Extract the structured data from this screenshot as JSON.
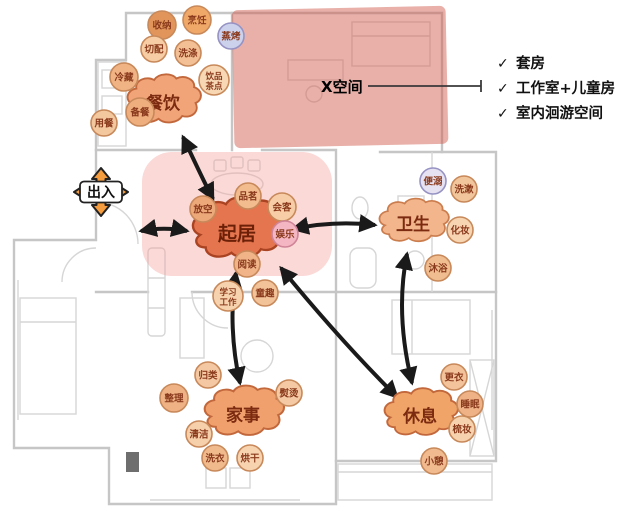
{
  "colors": {
    "overlay_red": "#cf5a4c",
    "overlay_pink": "#f2a09a",
    "arrow": "#1a1a1a",
    "entry_orange": "#f59d3f"
  },
  "callout": {
    "x_space": "X空间"
  },
  "legend": {
    "check": "✓",
    "items": [
      "套房",
      "工作室+儿童房",
      "室内洄游空间"
    ]
  },
  "entry": {
    "label": "出入"
  },
  "zones": {
    "dining": {
      "label": "餐饮",
      "fill": "#f0a478",
      "subs": [
        {
          "label": "收纳",
          "fill": "#e2955a"
        },
        {
          "label": "烹饪",
          "fill": "#f0a868"
        },
        {
          "label": "蒸烤",
          "fill": "#ccd2ec"
        },
        {
          "label": "切配",
          "fill": "#f6cda4"
        },
        {
          "label": "洗涤",
          "fill": "#f3bf94"
        },
        {
          "label": "冷藏",
          "fill": "#f0b383"
        },
        {
          "label": "备餐",
          "fill": "#eeae7e"
        },
        {
          "label": "用餐",
          "fill": "#f4c89f"
        }
      ],
      "drink": {
        "line1": "饮品",
        "line2": "茶点",
        "fill": "#f7d7b4"
      }
    },
    "living": {
      "label": "起居",
      "fill": "#e4754f",
      "subs": [
        {
          "label": "品茗",
          "fill": "#f2bc8e"
        },
        {
          "label": "会客",
          "fill": "#f6cda6"
        },
        {
          "label": "放空",
          "fill": "#eda87a"
        },
        {
          "label": "娱乐",
          "fill": "#f4b6c2"
        },
        {
          "label": "阅读",
          "fill": "#f0b488"
        },
        {
          "label": "童趣",
          "fill": "#f2c298"
        }
      ],
      "study": {
        "line1": "学习",
        "line2": "工作",
        "fill": "#f6d2ae"
      }
    },
    "hygiene": {
      "label": "卫生",
      "fill": "#f3b68c",
      "subs": [
        {
          "label": "便溺",
          "fill": "#e6e2f2"
        },
        {
          "label": "洗漱",
          "fill": "#f2c69c"
        },
        {
          "label": "化妆",
          "fill": "#f7d4b2"
        },
        {
          "label": "沐浴",
          "fill": "#f0bd90"
        }
      ]
    },
    "housework": {
      "label": "家事",
      "fill": "#efa06c",
      "subs": [
        {
          "label": "归类",
          "fill": "#f4c8a2"
        },
        {
          "label": "整理",
          "fill": "#efb285"
        },
        {
          "label": "清洁",
          "fill": "#f6cfab"
        },
        {
          "label": "洗衣",
          "fill": "#f0ba8d"
        },
        {
          "label": "烘干",
          "fill": "#f7d3b0"
        },
        {
          "label": "熨烫",
          "fill": "#f4c9a3"
        }
      ]
    },
    "rest": {
      "label": "休息",
      "fill": "#f0a468",
      "subs": [
        {
          "label": "更衣",
          "fill": "#f3c39b"
        },
        {
          "label": "睡眠",
          "fill": "#efb287"
        },
        {
          "label": "梳妆",
          "fill": "#f7d2ae"
        },
        {
          "label": "小憩",
          "fill": "#f1bb8f"
        }
      ]
    }
  }
}
